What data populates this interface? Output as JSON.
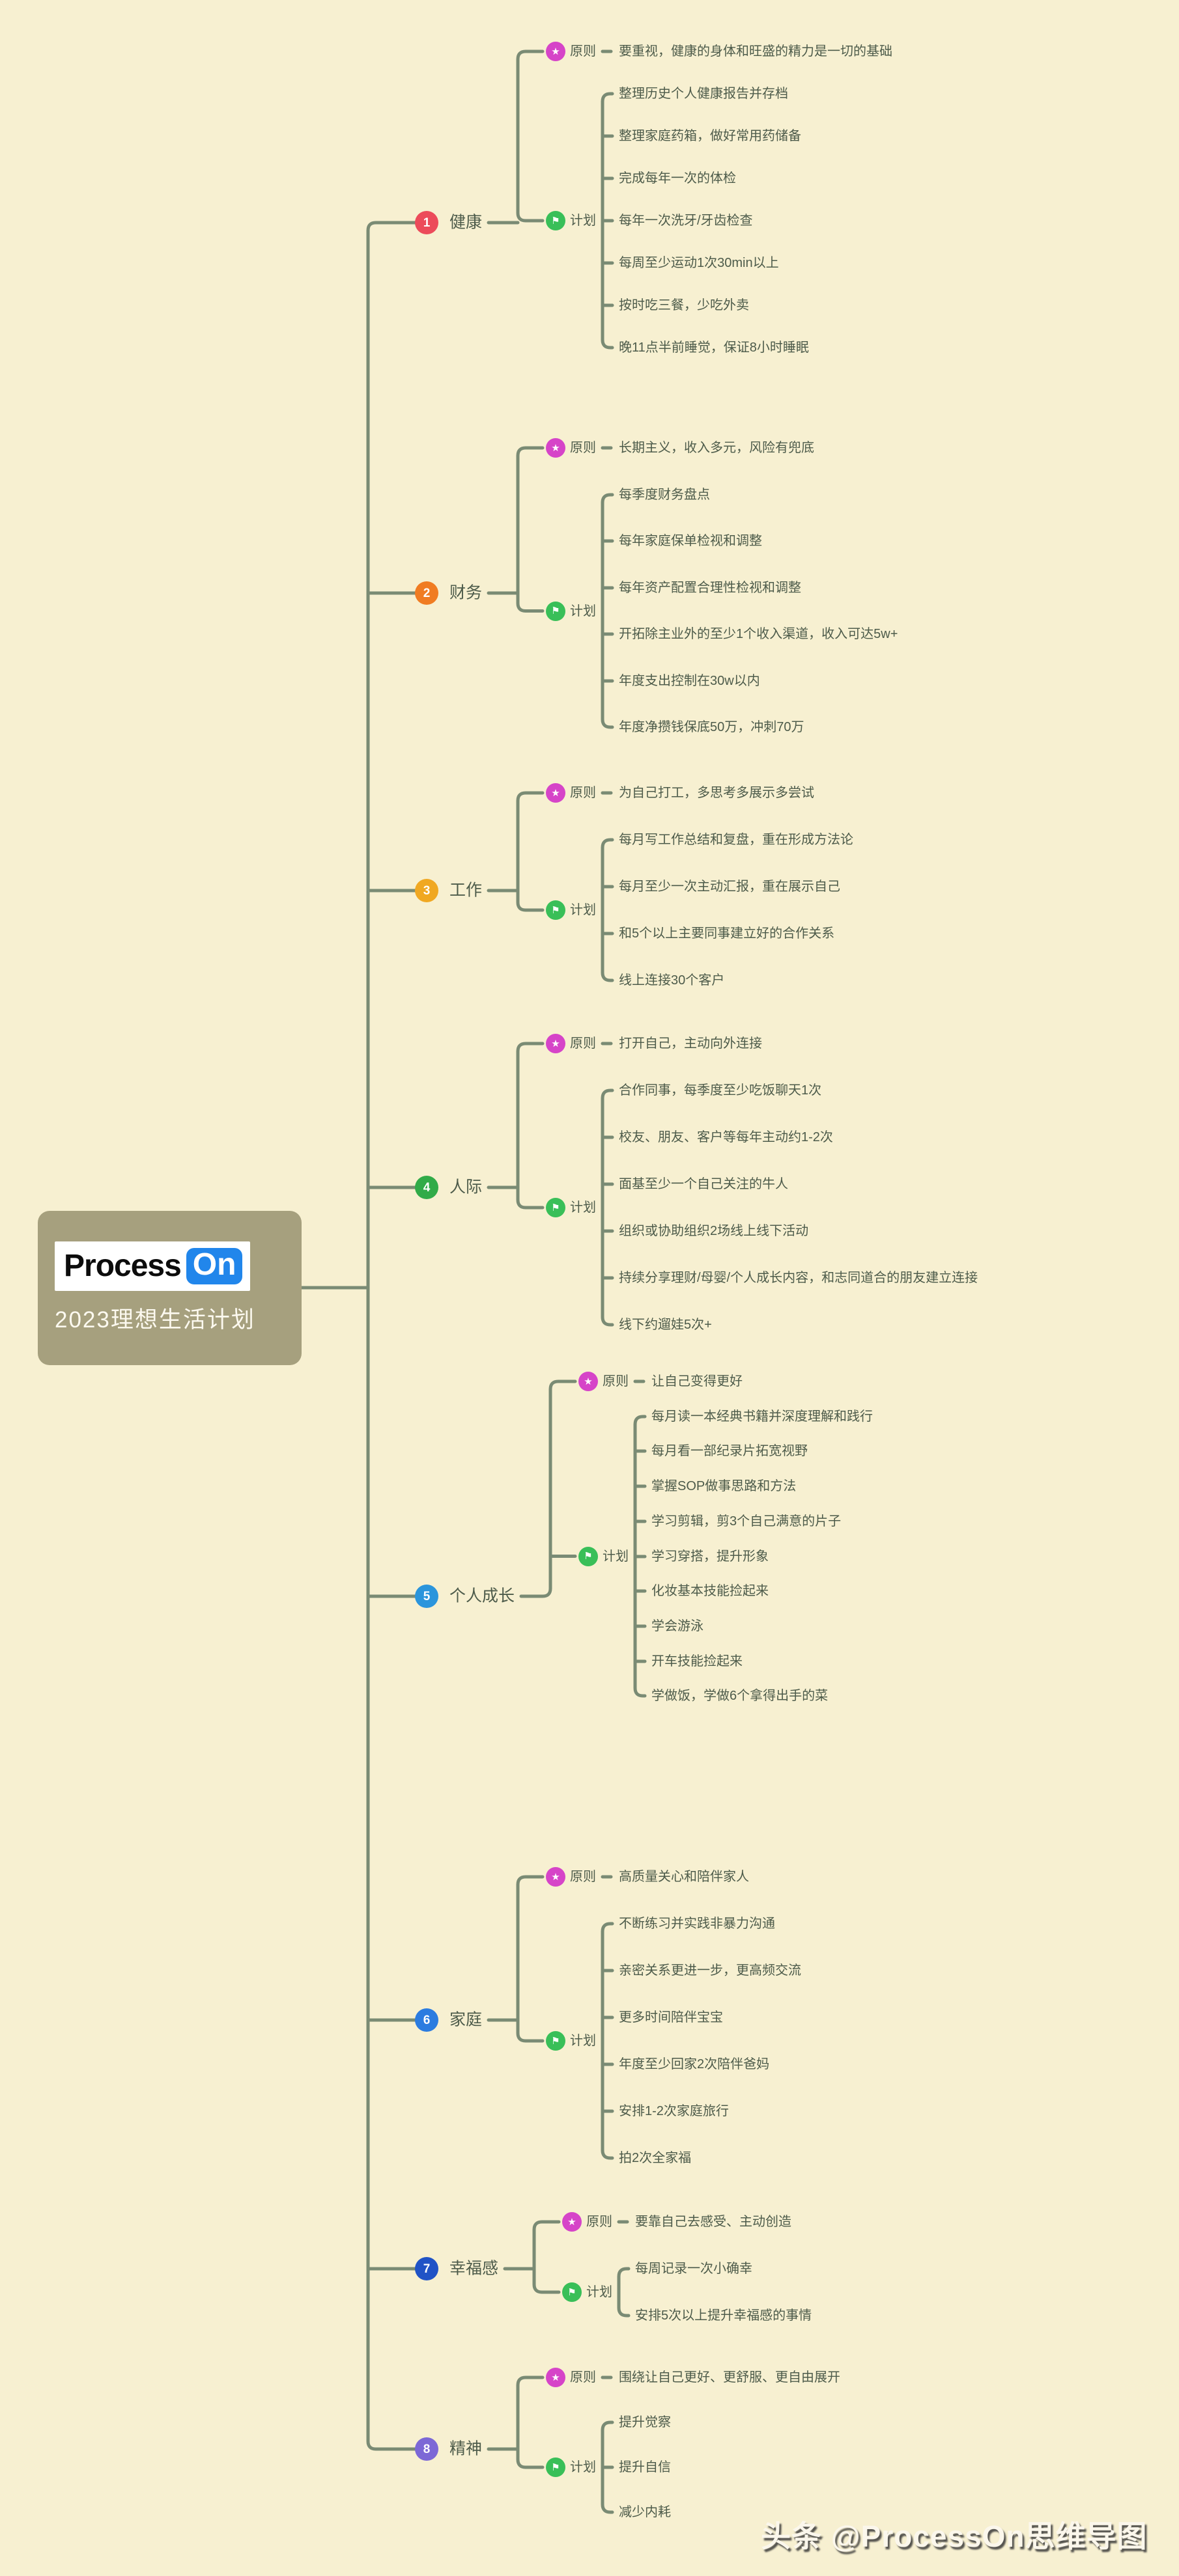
{
  "canvas": {
    "background_color": "#f7f0d1",
    "line_color": "#7a8b74",
    "text_color": "#4d5b4a"
  },
  "center": {
    "logo_process": "Process",
    "logo_on": "On",
    "logo_on_bg": "#2186eb",
    "title": "2023理想生活计划",
    "box_color": "#a6a07e"
  },
  "sub_labels": {
    "principle": "原则",
    "plan": "计划",
    "principle_badge_color": "#d644c8",
    "plan_badge_color": "#39bf58",
    "principle_icon": "★",
    "plan_icon": "⚑"
  },
  "watermark": "头条 @ProcessOn思维导图",
  "branches": [
    {
      "num": "1",
      "label": "健康",
      "badge_color": "#ec4b5a",
      "principle": "要重视，健康的身体和旺盛的精力是一切的基础",
      "plans": [
        "整理历史个人健康报告并存档",
        "整理家庭药箱，做好常用药储备",
        "完成每年一次的体检",
        "每年一次洗牙/牙齿检查",
        "每周至少运动1次30min以上",
        "按时吃三餐，少吃外卖",
        "晚11点半前睡觉，保证8小时睡眠"
      ]
    },
    {
      "num": "2",
      "label": "财务",
      "badge_color": "#f07c22",
      "principle": "长期主义，收入多元，风险有兜底",
      "plans": [
        "每季度财务盘点",
        "每年家庭保单检视和调整",
        "每年资产配置合理性检视和调整",
        "开拓除主业外的至少1个收入渠道，收入可达5w+",
        "年度支出控制在30w以内",
        "年度净攒钱保底50万，冲刺70万"
      ]
    },
    {
      "num": "3",
      "label": "工作",
      "badge_color": "#f0a822",
      "principle": "为自己打工，多思考多展示多尝试",
      "plans": [
        "每月写工作总结和复盘，重在形成方法论",
        "每月至少一次主动汇报，重在展示自己",
        "和5个以上主要同事建立好的合作关系",
        "线上连接30个客户"
      ]
    },
    {
      "num": "4",
      "label": "人际",
      "badge_color": "#31ab48",
      "principle": "打开自己，主动向外连接",
      "plans": [
        "合作同事，每季度至少吃饭聊天1次",
        "校友、朋友、客户等每年主动约1-2次",
        "面基至少一个自己关注的牛人",
        "组织或协助组织2场线上线下活动",
        "持续分享理财/母婴/个人成长内容，和志同道合的朋友建立连接",
        "线下约遛娃5次+"
      ]
    },
    {
      "num": "5",
      "label": "个人成长",
      "badge_color": "#2b95dc",
      "principle": "让自己变得更好",
      "plans": [
        "每月读一本经典书籍并深度理解和践行",
        "每月看一部纪录片拓宽视野",
        "掌握SOP做事思路和方法",
        "学习剪辑，剪3个自己满意的片子",
        "学习穿搭，提升形象",
        "化妆基本技能捡起来",
        "学会游泳",
        "开车技能捡起来",
        "学做饭，学做6个拿得出手的菜"
      ]
    },
    {
      "num": "6",
      "label": "家庭",
      "badge_color": "#2b7ce0",
      "principle": "高质量关心和陪伴家人",
      "plans": [
        "不断练习并实践非暴力沟通",
        "亲密关系更进一步，更高频交流",
        "更多时间陪伴宝宝",
        "年度至少回家2次陪伴爸妈",
        "安排1-2次家庭旅行",
        "拍2次全家福"
      ]
    },
    {
      "num": "7",
      "label": "幸福感",
      "badge_color": "#2053c6",
      "principle": "要靠自己去感受、主动创造",
      "plans": [
        "每周记录一次小确幸",
        "安排5次以上提升幸福感的事情"
      ]
    },
    {
      "num": "8",
      "label": "精神",
      "badge_color": "#7c68d6",
      "principle": "围绕让自己更好、更舒服、更自由展开",
      "plans": [
        "提升觉察",
        "提升自信",
        "减少内耗"
      ]
    }
  ]
}
